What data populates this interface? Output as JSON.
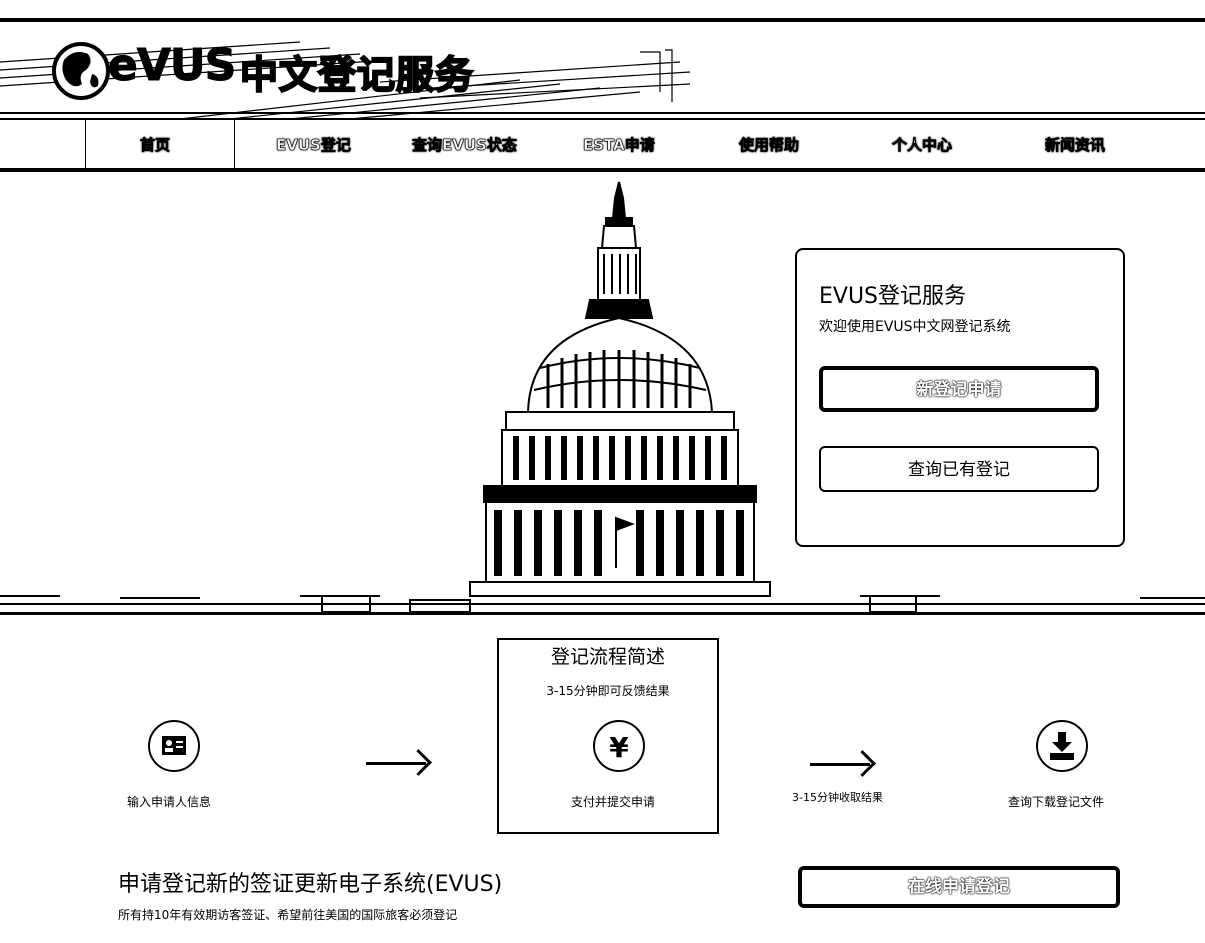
{
  "brand": {
    "logo_text": "eVUS",
    "title_cn": "中文登记服务"
  },
  "nav": {
    "items": [
      {
        "label": "首页"
      },
      {
        "label": "EVUS登记"
      },
      {
        "label": "查询EVUS状态"
      },
      {
        "label": "ESTA申请"
      },
      {
        "label": "使用帮助"
      },
      {
        "label": "个人中心"
      },
      {
        "label": "新闻资讯"
      }
    ],
    "active": "首页"
  },
  "login_panel": {
    "title": "EVUS登记服务",
    "subtitle": "欢迎使用EVUS中文网登记系统",
    "new_button": "新登记申请",
    "query_button": "查询已有登记"
  },
  "process": {
    "title": "登记流程简述",
    "subtitle": "3-15分钟即可反馈结果",
    "steps": [
      {
        "icon": "id-card-icon",
        "label": "输入申请人信息"
      },
      {
        "icon": "yen-icon",
        "label": "支付并提交申请"
      },
      {
        "icon": "download-icon",
        "label": "查询下载登记文件"
      }
    ],
    "arrow_note": "3-15分钟收取结果"
  },
  "bottom": {
    "title": "申请登记新的签证更新电子系统(EVUS)",
    "subtitle": "所有持10年有效期访客签证、希望前往美国的国际旅客必须登记",
    "online_button": "在线申请登记"
  }
}
